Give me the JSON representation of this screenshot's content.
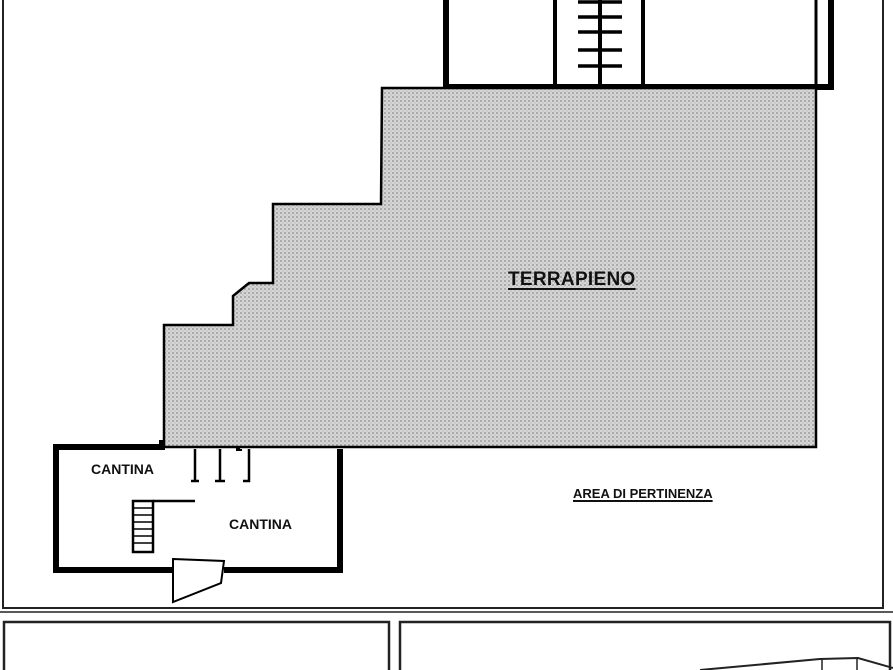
{
  "floor_plan": {
    "labels": {
      "terrapieno": "TERRAPIENO",
      "cantina_left": "CANTINA",
      "cantina_right": "CANTINA",
      "area_pertinenza": "AREA DI PERTINENZA"
    },
    "colors": {
      "wall": "#000000",
      "frame": "#222222",
      "fill_terrapieno": "#c8c8c8",
      "background": "#ffffff"
    },
    "elements": [
      "upper-building-walls",
      "upper-staircase",
      "terrapieno-stepped-area",
      "cantina-rooms",
      "cantina-staircase",
      "door-openings",
      "entrance-door",
      "lower-panels"
    ]
  }
}
